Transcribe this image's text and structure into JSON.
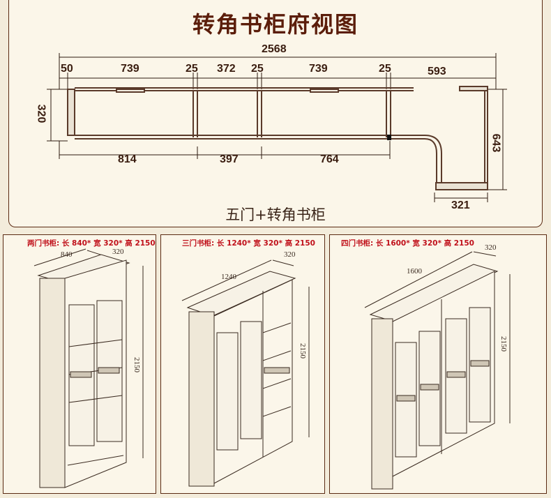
{
  "header": {
    "title": "转角书柜府视图",
    "subtitle": "五门+转角书柜"
  },
  "plan": {
    "total": "2568",
    "top_segments": [
      "50",
      "739",
      "25",
      "372",
      "25",
      "739",
      "25",
      "593"
    ],
    "bottom_segments": [
      "814",
      "397",
      "764"
    ],
    "depth": "320",
    "corner_height": "643",
    "corner_width": "321"
  },
  "cabinets": [
    {
      "spec": "两门书柜: 长 840* 宽 320* 高 2150",
      "length": "840",
      "width": "320",
      "height": "2150"
    },
    {
      "spec": "三门书柜: 长 1240* 宽 320* 高 2150",
      "length": "1240",
      "width": "320",
      "height": "2150"
    },
    {
      "spec": "四门书柜: 长 1600* 宽 320* 高 2150",
      "length": "1600",
      "width": "320",
      "height": "2150"
    }
  ],
  "colors": {
    "frame": "#5a2a12",
    "title": "#5b1d0a",
    "spec_text": "#c0101a",
    "background": "#f3ecdb",
    "panel": "#fbf6e9"
  }
}
